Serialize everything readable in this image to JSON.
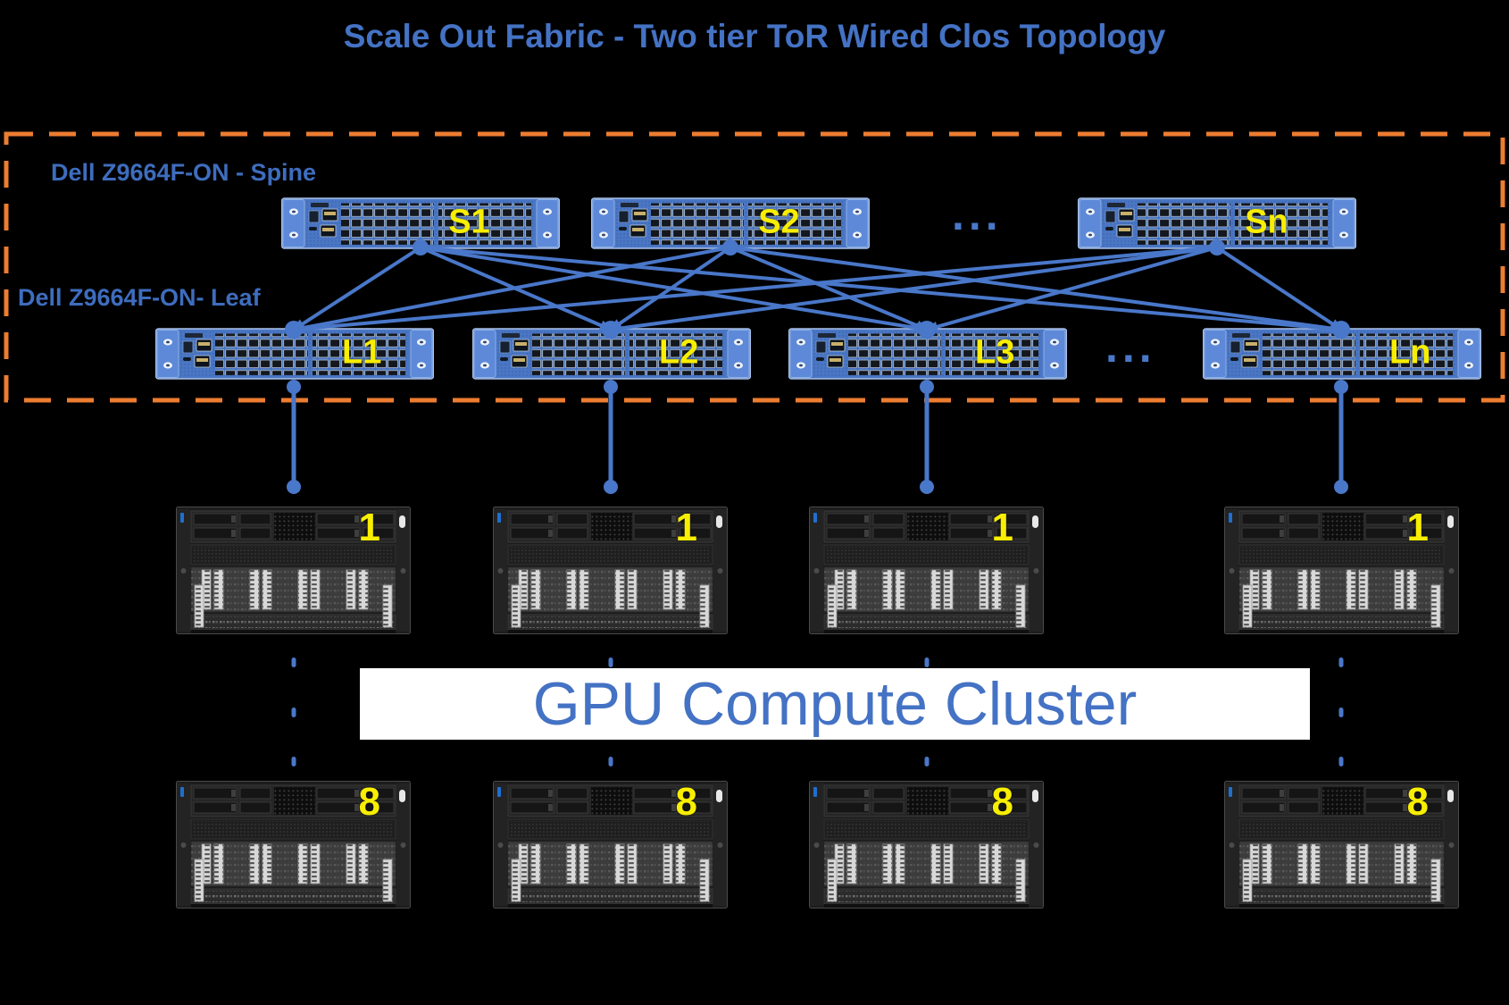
{
  "title": "Scale Out Fabric - Two tier ToR Wired Clos Topology",
  "fabric": {
    "spine_label": "Dell Z9664F-ON - Spine",
    "leaf_label": "Dell Z9664F-ON- Leaf",
    "spines": [
      {
        "id": "S1"
      },
      {
        "id": "S2"
      },
      {
        "id": "Sn"
      }
    ],
    "leaves": [
      {
        "id": "L1"
      },
      {
        "id": "L2"
      },
      {
        "id": "L3"
      },
      {
        "id": "Ln"
      }
    ],
    "spine_ellipsis": "...",
    "leaf_ellipsis": "..."
  },
  "cluster": {
    "banner": "GPU Compute Cluster",
    "rows": [
      {
        "number": "1"
      },
      {
        "number": "8"
      }
    ]
  },
  "colors": {
    "background": "#000000",
    "title_blue": "#4472C4",
    "label_blue": "#3E6DBE",
    "link_blue": "#4977C9",
    "boundary_orange": "#ED7D31",
    "switch_body_blue": "#4A76C4",
    "device_label_yellow": "#F8EE00",
    "banner_background": "#FFFFFF",
    "banner_text_blue": "#4472C4"
  }
}
